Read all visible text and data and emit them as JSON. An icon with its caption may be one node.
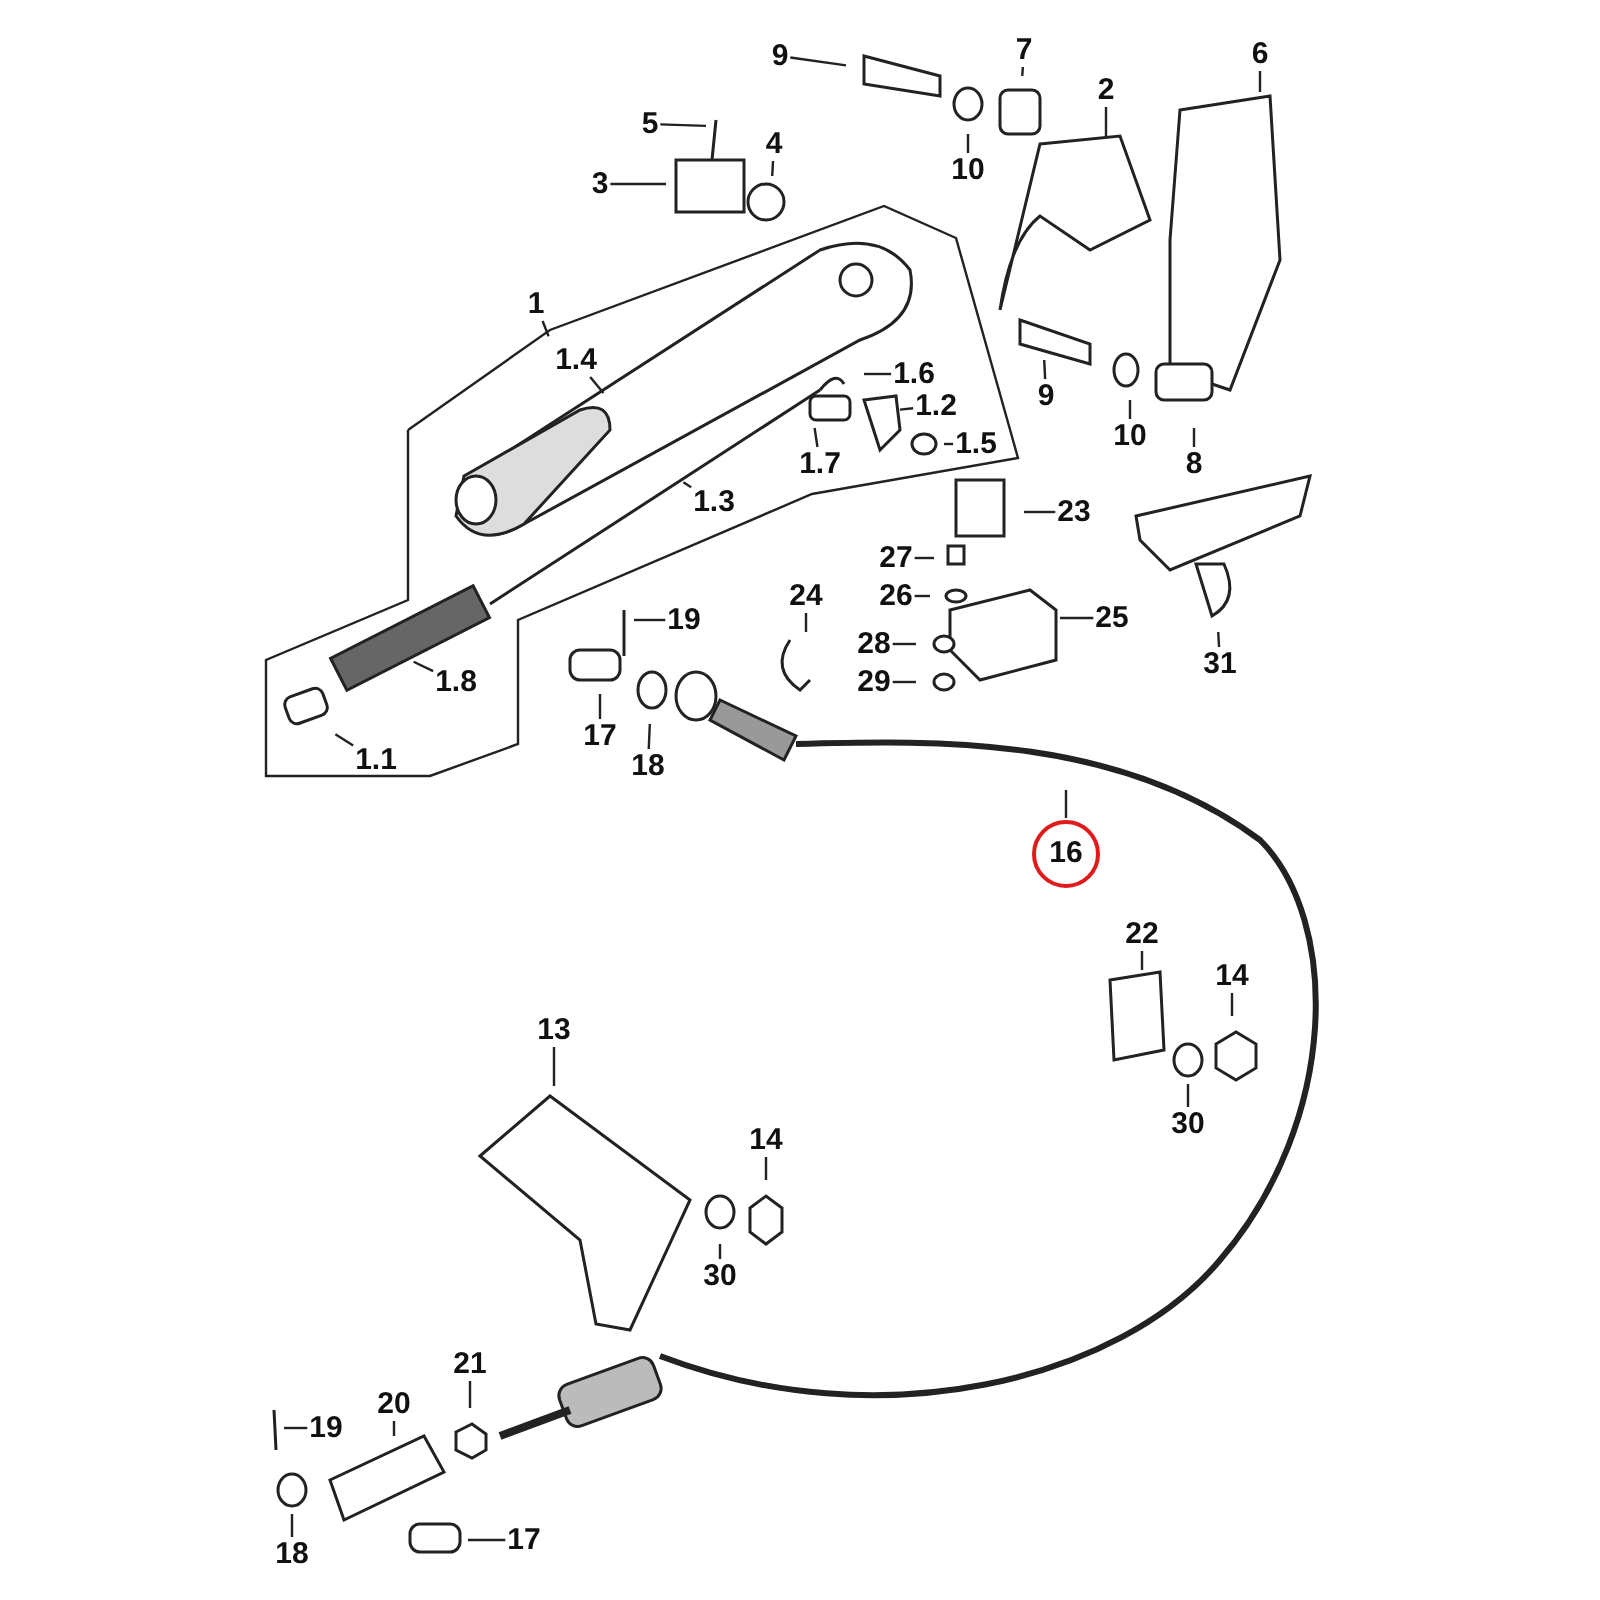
{
  "diagram": {
    "nodes": [
      {
        "text": [
          "9"
        ]
      },
      {
        "text": [
          "7"
        ]
      },
      {
        "text": [
          "6"
        ]
      },
      {
        "text": [
          "2"
        ]
      },
      {
        "text": [
          "5"
        ]
      },
      {
        "text": [
          "4"
        ]
      },
      {
        "text": [
          "3"
        ]
      },
      {
        "text": [
          "10"
        ]
      },
      {
        "text": [
          "1"
        ]
      },
      {
        "text": [
          "1.4"
        ]
      },
      {
        "text": [
          "1.6"
        ]
      },
      {
        "text": [
          "9"
        ]
      },
      {
        "text": [
          "1.2"
        ]
      },
      {
        "text": [
          "10"
        ]
      },
      {
        "text": [
          "1.5"
        ]
      },
      {
        "text": [
          "1.7"
        ]
      },
      {
        "text": [
          "8"
        ]
      },
      {
        "text": [
          "1.3"
        ]
      },
      {
        "text": [
          "23"
        ]
      },
      {
        "text": [
          "27"
        ]
      },
      {
        "text": [
          "26"
        ]
      },
      {
        "text": [
          "25"
        ]
      },
      {
        "text": [
          "19"
        ]
      },
      {
        "text": [
          "24"
        ]
      },
      {
        "text": [
          "31"
        ]
      },
      {
        "text": [
          "28"
        ]
      },
      {
        "text": [
          "1.8"
        ]
      },
      {
        "text": [
          "29"
        ]
      },
      {
        "text": [
          "17"
        ]
      },
      {
        "text": [
          "18"
        ]
      },
      {
        "text": [
          "1.1"
        ]
      },
      {
        "text": [
          "16"
        ]
      },
      {
        "text": [
          "22"
        ]
      },
      {
        "text": [
          "14"
        ]
      },
      {
        "text": [
          "13"
        ]
      },
      {
        "text": [
          "30"
        ]
      },
      {
        "text": [
          "14"
        ]
      },
      {
        "text": [
          "30"
        ]
      },
      {
        "text": [
          "21"
        ]
      },
      {
        "text": [
          "20"
        ]
      },
      {
        "text": [
          "19"
        ]
      },
      {
        "text": [
          "17"
        ]
      },
      {
        "text": [
          "18"
        ]
      }
    ],
    "edges": [
      {
        "from": 0,
        "to": null,
        "arrow": "none"
      },
      {
        "from": 1,
        "to": null,
        "arrow": "none"
      },
      {
        "from": 2,
        "to": null,
        "arrow": "none"
      },
      {
        "from": 3,
        "to": null,
        "arrow": "none"
      },
      {
        "from": 4,
        "to": null,
        "arrow": "none"
      },
      {
        "from": 5,
        "to": null,
        "arrow": "none"
      },
      {
        "from": 6,
        "to": null,
        "arrow": "none"
      },
      {
        "from": 7,
        "to": null,
        "arrow": "none"
      },
      {
        "from": 8,
        "to": null,
        "arrow": "none"
      },
      {
        "from": 9,
        "to": null,
        "arrow": "none"
      },
      {
        "from": 10,
        "to": null,
        "arrow": "none"
      },
      {
        "from": 11,
        "to": null,
        "arrow": "none"
      },
      {
        "from": 12,
        "to": null,
        "arrow": "none"
      },
      {
        "from": 13,
        "to": null,
        "arrow": "none"
      },
      {
        "from": 14,
        "to": null,
        "arrow": "none"
      },
      {
        "from": 15,
        "to": null,
        "arrow": "none"
      },
      {
        "from": 16,
        "to": null,
        "arrow": "none"
      },
      {
        "from": 17,
        "to": null,
        "arrow": "none"
      },
      {
        "from": 18,
        "to": null,
        "arrow": "none"
      },
      {
        "from": 19,
        "to": null,
        "arrow": "none"
      },
      {
        "from": 20,
        "to": null,
        "arrow": "none"
      },
      {
        "from": 21,
        "to": null,
        "arrow": "none"
      },
      {
        "from": 22,
        "to": null,
        "arrow": "none"
      },
      {
        "from": 23,
        "to": null,
        "arrow": "none"
      },
      {
        "from": 24,
        "to": null,
        "arrow": "none"
      },
      {
        "from": 25,
        "to": null,
        "arrow": "none"
      },
      {
        "from": 26,
        "to": null,
        "arrow": "none"
      },
      {
        "from": 27,
        "to": null,
        "arrow": "none"
      },
      {
        "from": 28,
        "to": null,
        "arrow": "none"
      },
      {
        "from": 29,
        "to": null,
        "arrow": "none"
      },
      {
        "from": 30,
        "to": null,
        "arrow": "none"
      },
      {
        "from": 31,
        "to": null,
        "arrow": "none"
      },
      {
        "from": 32,
        "to": null,
        "arrow": "none"
      },
      {
        "from": 33,
        "to": null,
        "arrow": "none"
      },
      {
        "from": 34,
        "to": null,
        "arrow": "none"
      },
      {
        "from": 35,
        "to": null,
        "arrow": "none"
      },
      {
        "from": 36,
        "to": null,
        "arrow": "none"
      },
      {
        "from": 37,
        "to": null,
        "arrow": "none"
      },
      {
        "from": 38,
        "to": null,
        "arrow": "none"
      },
      {
        "from": 39,
        "to": null,
        "arrow": "none"
      },
      {
        "from": 40,
        "to": null,
        "arrow": "none"
      },
      {
        "from": 41,
        "to": null,
        "arrow": "none"
      },
      {
        "from": 42,
        "to": null,
        "arrow": "none"
      }
    ]
  }
}
